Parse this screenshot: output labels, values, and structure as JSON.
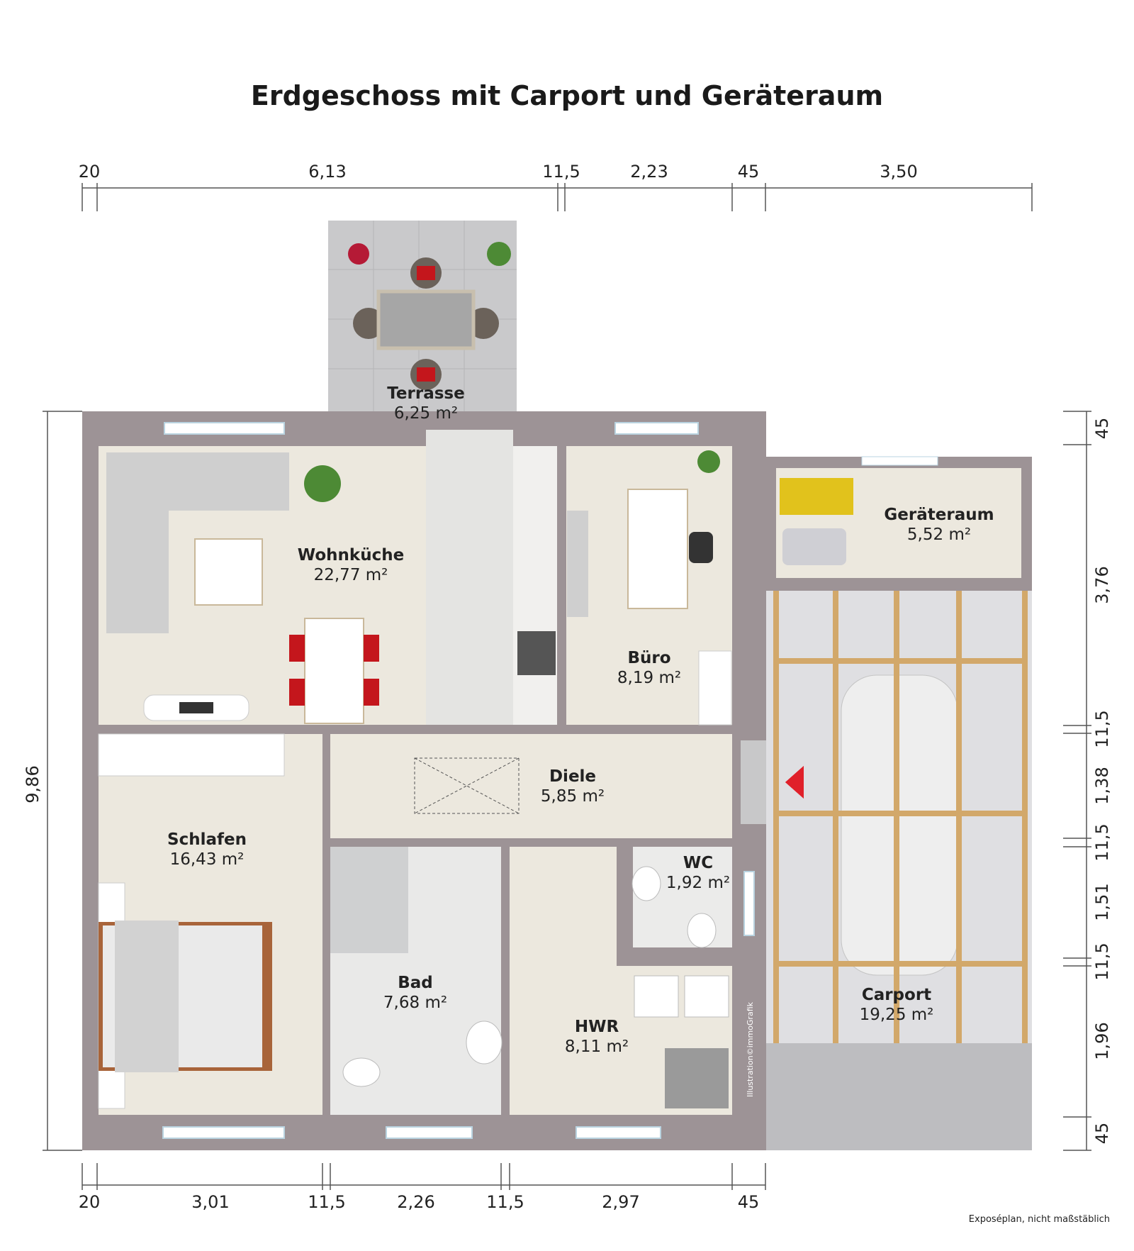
{
  "title": "Erdgeschoss mit Carport und Geräteraum",
  "dimensions": {
    "top": [
      "20",
      "6,13",
      "11,5",
      "2,23",
      "45",
      "3,50"
    ],
    "bottom": [
      "20",
      "3,01",
      "11,5",
      "2,26",
      "11,5",
      "2,97",
      "45"
    ],
    "left": [
      "9,86"
    ],
    "right": [
      "45",
      "3,76",
      "11,5",
      "1,38",
      "11,5",
      "1,51",
      "11,5",
      "1,96",
      "45"
    ]
  },
  "rooms": [
    {
      "name": "Terrasse",
      "area": "6,25 m²"
    },
    {
      "name": "Wohnküche",
      "area": "22,77 m²"
    },
    {
      "name": "Büro",
      "area": "8,19 m²"
    },
    {
      "name": "Geräteraum",
      "area": "5,52 m²"
    },
    {
      "name": "Diele",
      "area": "5,85 m²"
    },
    {
      "name": "Schlafen",
      "area": "16,43 m²"
    },
    {
      "name": "WC",
      "area": "1,92 m²"
    },
    {
      "name": "Bad",
      "area": "7,68 m²"
    },
    {
      "name": "HWR",
      "area": "8,11 m²"
    },
    {
      "name": "Carport",
      "area": "19,25 m²"
    }
  ],
  "watermark": "Illustration©immoGrafik",
  "footer": "Exposéplan, nicht maßstäblich",
  "colors": {
    "wall": "#9d9396",
    "floor": "#ece8de",
    "tile": "#e3e3e1",
    "entrance_arrow": "#e0202a",
    "beam": "#d2a86a"
  }
}
